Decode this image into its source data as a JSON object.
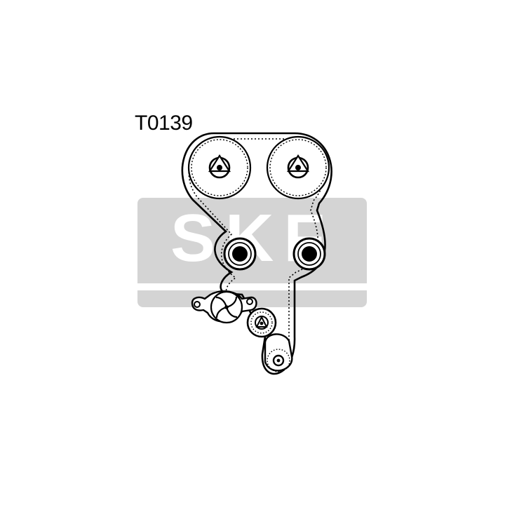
{
  "part_code": "T0139",
  "watermark": {
    "text": "SKF",
    "box_color": "#d4d4d4",
    "letter_color": "#ffffff"
  },
  "diagram": {
    "line_color": "#000000",
    "background": "#ffffff",
    "components": [
      {
        "name": "camshaft-pulley-left",
        "kind": "toothed-pulley",
        "mark": "triangle"
      },
      {
        "name": "camshaft-pulley-right",
        "kind": "toothed-pulley",
        "mark": "triangle"
      },
      {
        "name": "idler-roller-left",
        "kind": "smooth-roller"
      },
      {
        "name": "idler-roller-right",
        "kind": "smooth-roller"
      },
      {
        "name": "water-pump",
        "kind": "impeller"
      },
      {
        "name": "tensioner",
        "kind": "tensioner-roller"
      },
      {
        "name": "crankshaft-sprocket",
        "kind": "toothed-sprocket"
      }
    ]
  }
}
